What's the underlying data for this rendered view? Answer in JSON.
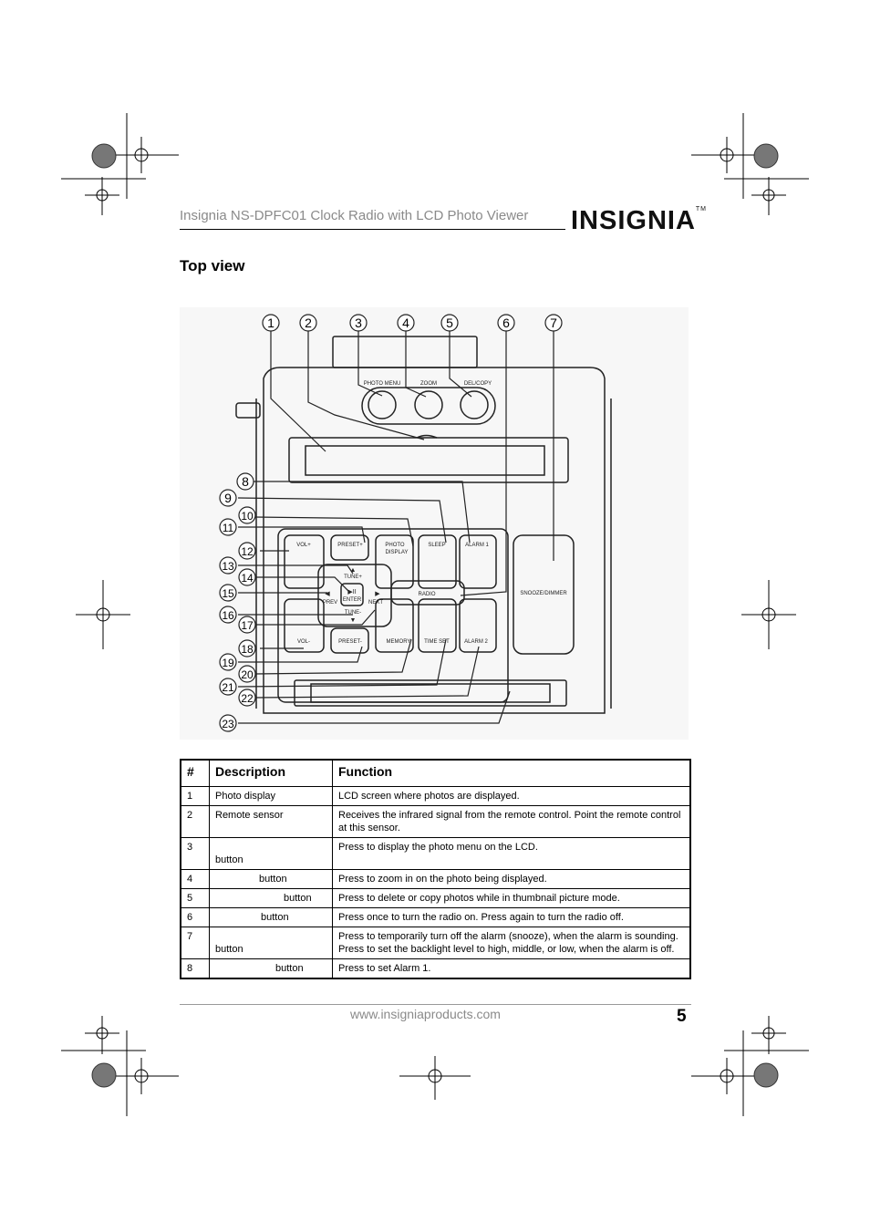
{
  "header": {
    "title": "Insignia NS-DPFC01 Clock Radio with LCD Photo Viewer",
    "logo": "INSIGNIA",
    "logo_tm": "TM"
  },
  "section": {
    "title": "Top view"
  },
  "diagram": {
    "callouts": [
      "1",
      "2",
      "3",
      "4",
      "5",
      "6",
      "7",
      "8",
      "9",
      "10",
      "11",
      "12",
      "13",
      "14",
      "15",
      "16",
      "17",
      "18",
      "19",
      "20",
      "21",
      "22",
      "23"
    ],
    "labels": {
      "photo_menu": "PHOTO MENU",
      "zoom": "ZOOM",
      "del_copy": "DEL/COPY",
      "vol_plus": "VOL+",
      "preset_plus": "PRESET+",
      "photo": "PHOTO",
      "display": "DISPLAY",
      "sleep": "SLEEP",
      "alarm1": "ALARM 1",
      "snooze": "SNOOZE/DIMMER",
      "tune_plus": "TUNE+",
      "prev": "PREV",
      "enter": "ENTER",
      "next": "NEXT",
      "tune_minus": "TUNE-",
      "radio": "RADIO",
      "vol_minus": "VOL-",
      "preset_minus": "PRESET-",
      "memory": "MEMORY",
      "time_set": "TIME SET",
      "alarm2": "ALARM 2"
    }
  },
  "table": {
    "headers": [
      "#",
      "Description",
      "Function"
    ],
    "rows": [
      {
        "num": "1",
        "desc": "Photo display",
        "func": "LCD screen where photos are displayed."
      },
      {
        "num": "2",
        "desc": "Remote sensor",
        "func": "Receives the infrared signal from the remote control. Point the remote control at this sensor."
      },
      {
        "num": "3",
        "desc": "button",
        "func": "Press to display the photo menu on the LCD."
      },
      {
        "num": "4",
        "desc": "button",
        "func": "Press to zoom in on the photo being displayed."
      },
      {
        "num": "5",
        "desc": "button",
        "func": "Press to delete or copy photos while in thumbnail picture mode."
      },
      {
        "num": "6",
        "desc": "button",
        "func": "Press once to turn the radio on. Press again to turn the radio off."
      },
      {
        "num": "7",
        "desc": "button",
        "func": "Press to temporarily turn off the alarm (snooze), when the alarm is sounding. Press to set the backlight level to high, middle, or low, when the alarm is off."
      },
      {
        "num": "8",
        "desc": "button",
        "func": "Press to set Alarm 1."
      }
    ]
  },
  "footer": {
    "url": "www.insigniaproducts.com",
    "page": "5"
  }
}
